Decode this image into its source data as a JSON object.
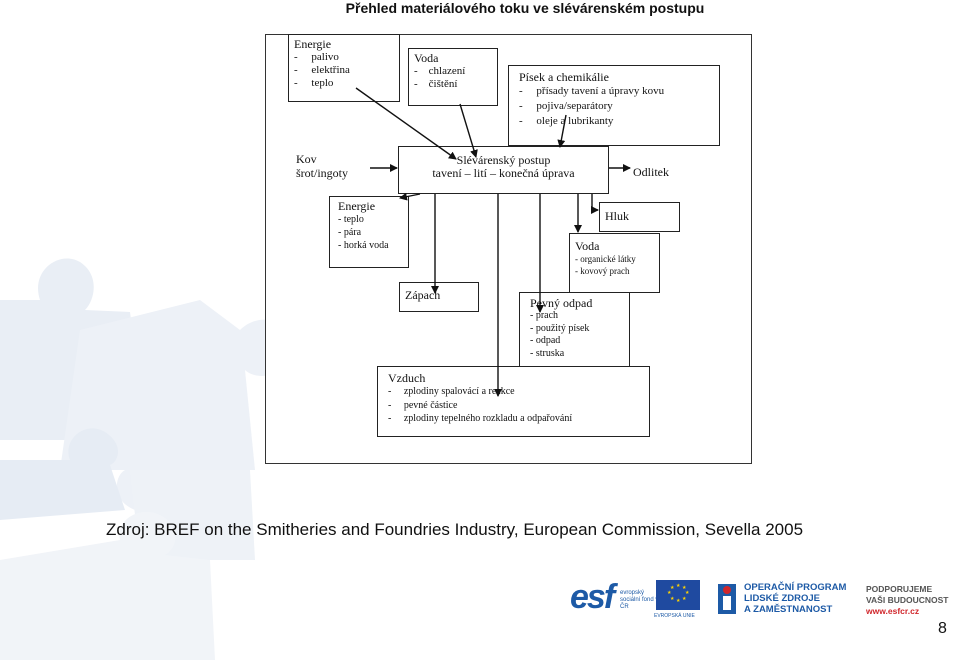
{
  "title": "Přehled materiálového toku ve slévárenském postupu",
  "diagram": {
    "energie_top": {
      "heading": "Energie",
      "items": [
        "-     palivo",
        "-     elektřina",
        "-     teplo"
      ]
    },
    "voda_top": {
      "heading": "Voda",
      "items": [
        "-    chlazení",
        "-    čištění"
      ]
    },
    "pisek": {
      "heading": "Písek a chemikálie",
      "items": [
        "-     přísady tavení a úpravy kovu",
        "-     pojiva/separátory",
        "-     oleje a lubrikanty"
      ]
    },
    "kov": {
      "line1": "Kov",
      "line2": "šrot/ingoty"
    },
    "process": {
      "line1": "Slévárenský postup",
      "line2": "tavení – lití – konečná úprava"
    },
    "odlitek": "Odlitek",
    "energie_bottom": {
      "heading": "Energie",
      "items": [
        "- teplo",
        "- pára",
        "- horká voda"
      ]
    },
    "hluk": "Hluk",
    "voda_bottom": {
      "heading": "Voda",
      "items": [
        "- organické látky",
        "- kovový prach"
      ]
    },
    "zapach": "Zápach",
    "pevny_odpad": {
      "heading": "Pevný odpad",
      "items": [
        "- prach",
        "- použitý písek",
        "- odpad",
        "- struska"
      ]
    },
    "vzduch": {
      "heading": "Vzduch",
      "items": [
        "-     zplodiny spalovácí a reakce",
        "-     pevné částice",
        "-     zplodiny tepelného rozkladu a odpařování"
      ]
    }
  },
  "caption": "Zdroj: BREF on the Smitheries and Foundries Industry, European Commission, Sevella 2005",
  "footer": {
    "esf_logo": "esf",
    "esf_small": "evropský sociální fond v ČR",
    "eu_label": "EVROPSKÁ UNIE",
    "op_lines": [
      "OPERAČNÍ PROGRAM",
      "LIDSKÉ ZDROJE",
      "A ZAMĚSTNANOST"
    ],
    "support_lines": [
      "PODPORUJEME",
      "VAŠI BUDOUCNOST"
    ],
    "support_url": "www.esfcr.cz"
  },
  "page_number": "8",
  "colors": {
    "puzzle": "#e8eef5",
    "brand_blue": "#1d5aa6",
    "brand_red": "#d0262b"
  }
}
